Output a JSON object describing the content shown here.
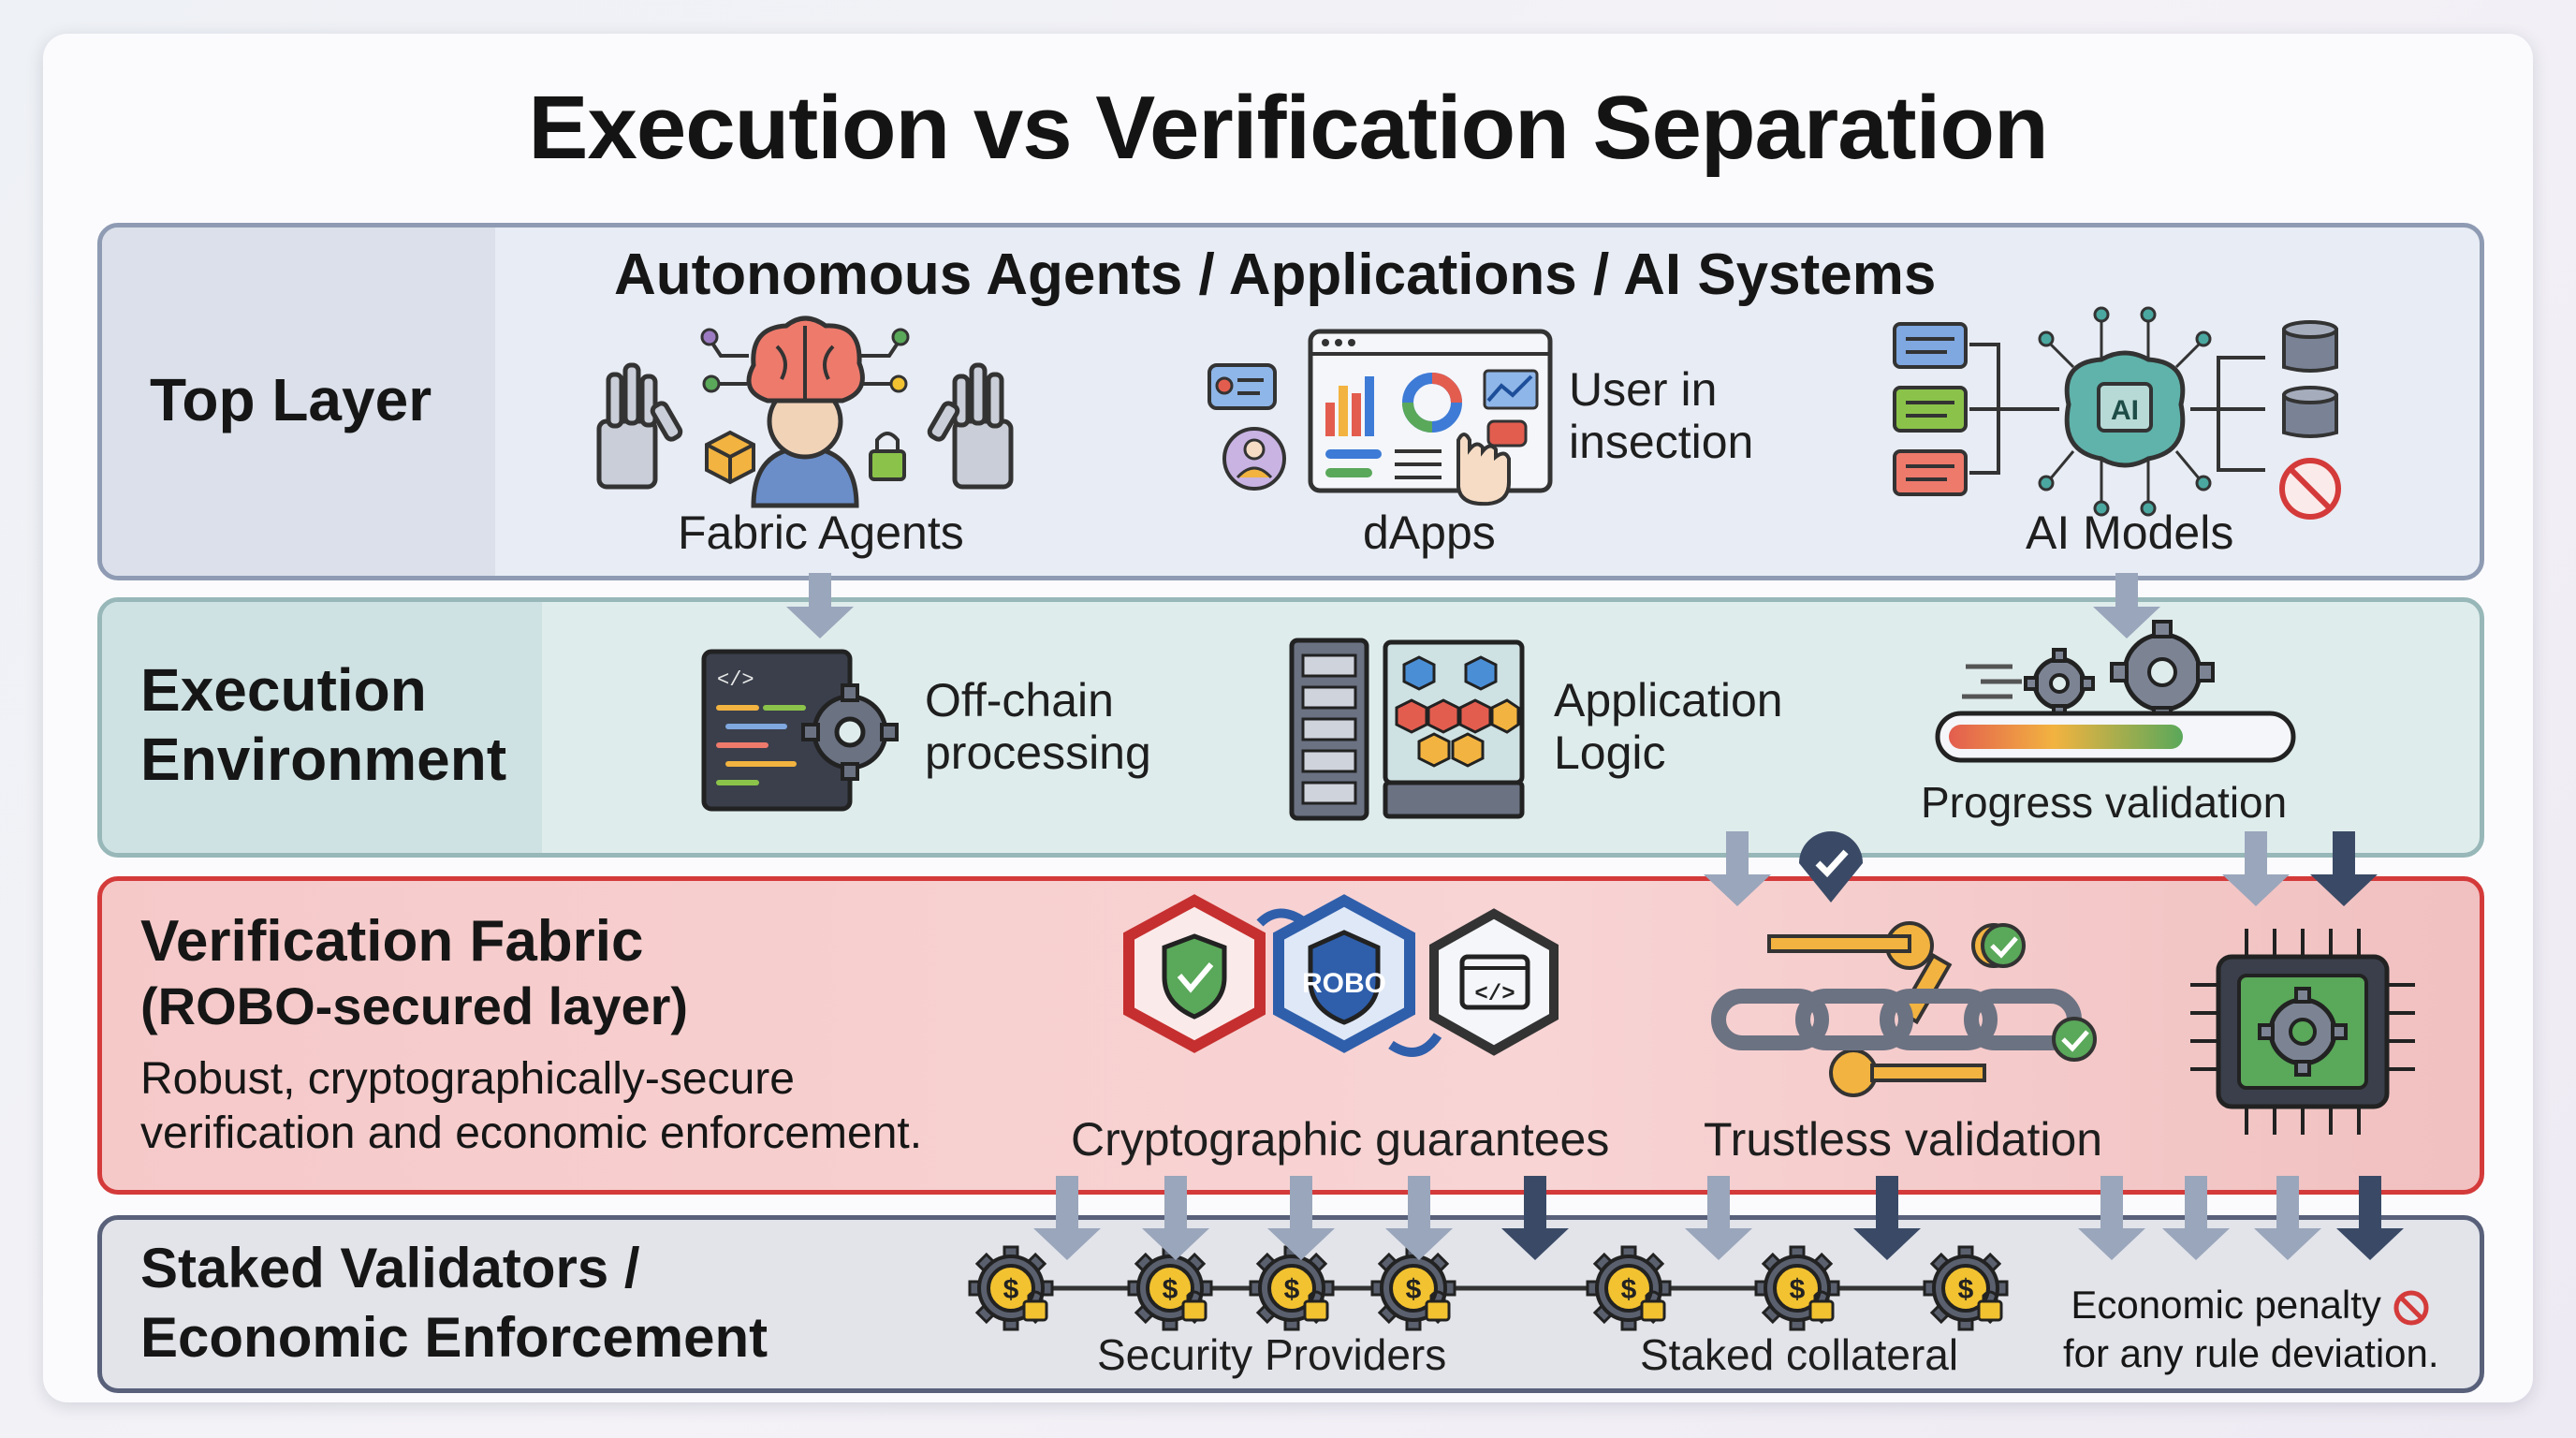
{
  "title": "Execution vs Verification Separation",
  "top_layer": {
    "label": "Top Layer",
    "header": "Autonomous Agents / Applications / AI Systems",
    "items": [
      {
        "label": "Fabric Agents"
      },
      {
        "label": "dApps",
        "note_line1": "User in",
        "note_line2": "insection"
      },
      {
        "label": "AI Models",
        "chip_text": "AI"
      }
    ]
  },
  "execution": {
    "label_line1": "Execution",
    "label_line2": "Environment",
    "offchain_line1": "Off-chain",
    "offchain_line2": "processing",
    "applogic_line1": "Application",
    "applogic_line2": "Logic",
    "code_tag": "</>",
    "progress_label": "Progress validation"
  },
  "verification": {
    "title": "Verification Fabric",
    "subtitle": "(ROBO-secured layer)",
    "desc_line1": "Robust, cryptographically-secure",
    "desc_line2": "verification and economic enforcement.",
    "robo_text": "ROBO",
    "code_tag": "</>",
    "crypto_label": "Cryptographic guarantees",
    "trustless_label": "Trustless validation"
  },
  "staked": {
    "label_line1": "Staked Validators /",
    "label_line2": "Economic Enforcement",
    "security_label": "Security Providers",
    "collateral_label": "Staked collateral",
    "penalty_line1": "Economic penalty",
    "penalty_line2": "for any rule deviation.",
    "coin_symbol": "$"
  },
  "colors": {
    "top_bg": "#e8ecf4",
    "exec_bg": "#dfecec",
    "verify_bg": "#f7cdcd",
    "verify_border": "#d43a3a",
    "staked_bg": "#e2e4ea",
    "arrow_light": "#9aa6bb",
    "arrow_dark": "#3a4a66",
    "coin": "#f2c230",
    "green_check": "#4caf50"
  }
}
